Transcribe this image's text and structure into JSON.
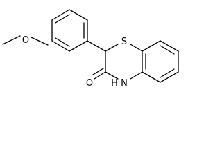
{
  "structure": {
    "atoms": {
      "sulfur": "S",
      "ring_nitrogen": "N",
      "amide_hydrogen": "H",
      "carbonyl_oxygen": "O",
      "ether_oxygen": "O"
    }
  }
}
